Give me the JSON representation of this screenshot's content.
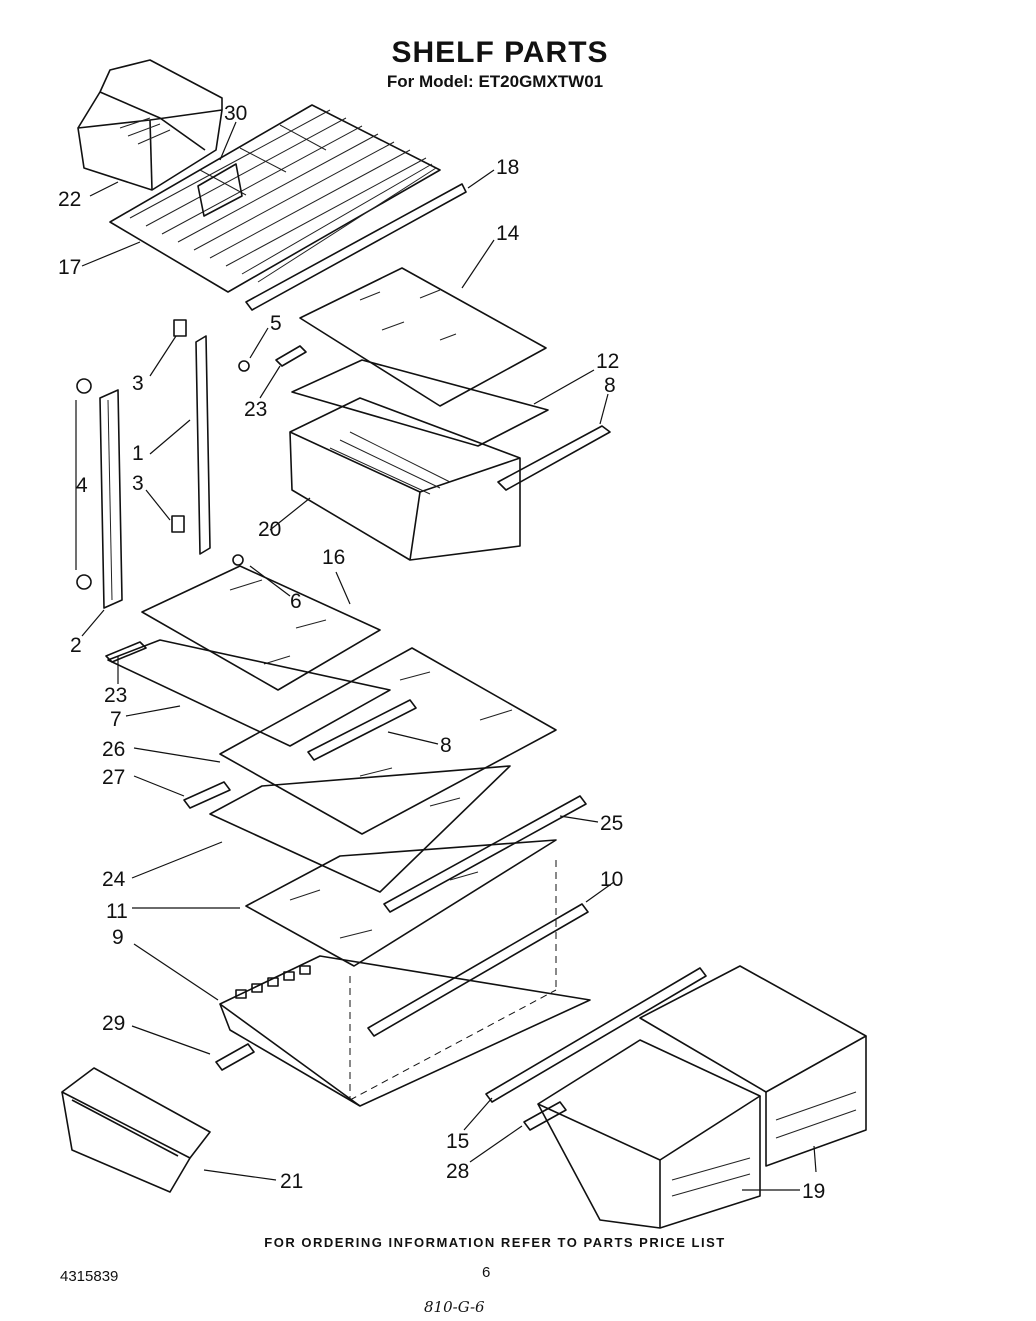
{
  "header": {
    "title": "SHELF PARTS",
    "subtitle": "For Model: ET20GMXTW01"
  },
  "callouts": [
    {
      "id": "c22",
      "label": "22"
    },
    {
      "id": "c30",
      "label": "30"
    },
    {
      "id": "c18",
      "label": "18"
    },
    {
      "id": "c17",
      "label": "17"
    },
    {
      "id": "c14",
      "label": "14"
    },
    {
      "id": "c5",
      "label": "5"
    },
    {
      "id": "c3a",
      "label": "3"
    },
    {
      "id": "c23a",
      "label": "23"
    },
    {
      "id": "c12",
      "label": "12"
    },
    {
      "id": "c8a",
      "label": "8"
    },
    {
      "id": "c1",
      "label": "1"
    },
    {
      "id": "c4",
      "label": "4"
    },
    {
      "id": "c3b",
      "label": "3"
    },
    {
      "id": "c20",
      "label": "20"
    },
    {
      "id": "c16",
      "label": "16"
    },
    {
      "id": "c6",
      "label": "6"
    },
    {
      "id": "c2",
      "label": "2"
    },
    {
      "id": "c23b",
      "label": "23"
    },
    {
      "id": "c7",
      "label": "7"
    },
    {
      "id": "c8b",
      "label": "8"
    },
    {
      "id": "c26",
      "label": "26"
    },
    {
      "id": "c27",
      "label": "27"
    },
    {
      "id": "c25",
      "label": "25"
    },
    {
      "id": "c24",
      "label": "24"
    },
    {
      "id": "c10",
      "label": "10"
    },
    {
      "id": "c11",
      "label": "11"
    },
    {
      "id": "c9",
      "label": "9"
    },
    {
      "id": "c29",
      "label": "29"
    },
    {
      "id": "c15",
      "label": "15"
    },
    {
      "id": "c28",
      "label": "28"
    },
    {
      "id": "c21",
      "label": "21"
    },
    {
      "id": "c19",
      "label": "19"
    }
  ],
  "footer": {
    "note": "FOR ORDERING INFORMATION REFER TO PARTS PRICE LIST",
    "doc_number": "4315839",
    "page_number": "6",
    "handwritten": "810-G-6"
  }
}
